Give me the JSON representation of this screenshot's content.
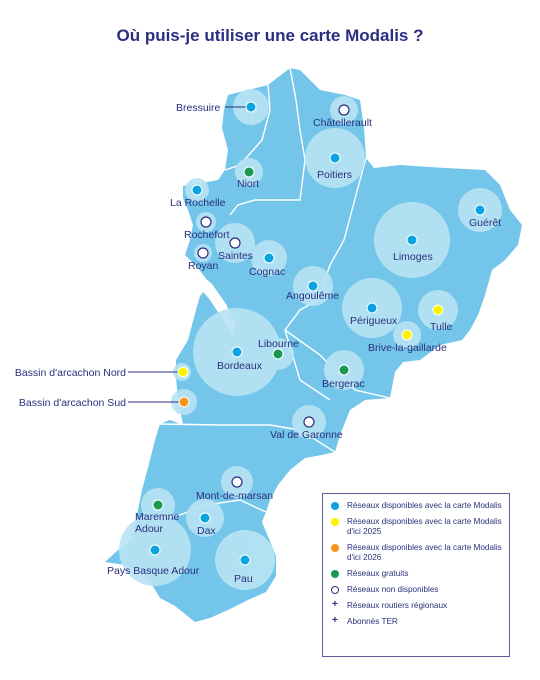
{
  "title": "Où puis-je utiliser une carte Modalis ?",
  "colors": {
    "land": "#73c5ea",
    "halo": "#b9e3f5",
    "border": "#ffffff",
    "available": "#0aa3e2",
    "available_2025": "#fff200",
    "available_2026": "#f7941d",
    "free": "#1a9850",
    "unavailable": "#ffffff",
    "text": "#2a2f7d"
  },
  "cities": [
    {
      "name": "Bressuire",
      "status": "available"
    },
    {
      "name": "Châtellerault",
      "status": "unavailable"
    },
    {
      "name": "Poitiers",
      "status": "available"
    },
    {
      "name": "Niort",
      "status": "free"
    },
    {
      "name": "La Rochelle",
      "status": "available"
    },
    {
      "name": "Rochefort",
      "status": "unavailable"
    },
    {
      "name": "Saintes",
      "status": "unavailable"
    },
    {
      "name": "Royan",
      "status": "unavailable"
    },
    {
      "name": "Cognac",
      "status": "available"
    },
    {
      "name": "Guérêt",
      "status": "available"
    },
    {
      "name": "Limoges",
      "status": "available"
    },
    {
      "name": "Angoulême",
      "status": "available"
    },
    {
      "name": "Périgueux",
      "status": "available"
    },
    {
      "name": "Tulle",
      "status": "available_2025"
    },
    {
      "name": "Brive-la-gaillarde",
      "status": "available_2025"
    },
    {
      "name": "Libourne",
      "status": "free"
    },
    {
      "name": "Bordeaux",
      "status": "available"
    },
    {
      "name": "Bergerac",
      "status": "free"
    },
    {
      "name": "Bassin d'arcachon Nord",
      "status": "available_2025"
    },
    {
      "name": "Bassin d'arcachon Sud",
      "status": "available_2026"
    },
    {
      "name": "Val de Garonne",
      "status": "unavailable"
    },
    {
      "name": "Mont-de-marsan",
      "status": "unavailable"
    },
    {
      "name": "Maremne Adour",
      "status": "free"
    },
    {
      "name": "Dax",
      "status": "available"
    },
    {
      "name": "Pays Basque Adour",
      "status": "available"
    },
    {
      "name": "Pau",
      "status": "available"
    }
  ],
  "legend": [
    {
      "label": "Réseaux disponibles avec la carte Modalis",
      "marker": "available"
    },
    {
      "label": "Réseaux disponibles avec la carte Modalis d'ici 2025",
      "marker": "available_2025"
    },
    {
      "label": "Réseaux disponibles avec la carte Modalis d'ici 2026",
      "marker": "available_2026"
    },
    {
      "label": "Réseaux gratuits",
      "marker": "free"
    },
    {
      "label": "Réseaux non disponibles",
      "marker": "unavailable"
    },
    {
      "label": "Réseaux routiers régionaux",
      "marker": "plus"
    },
    {
      "label": "Abonnés TER",
      "marker": "plus"
    }
  ]
}
